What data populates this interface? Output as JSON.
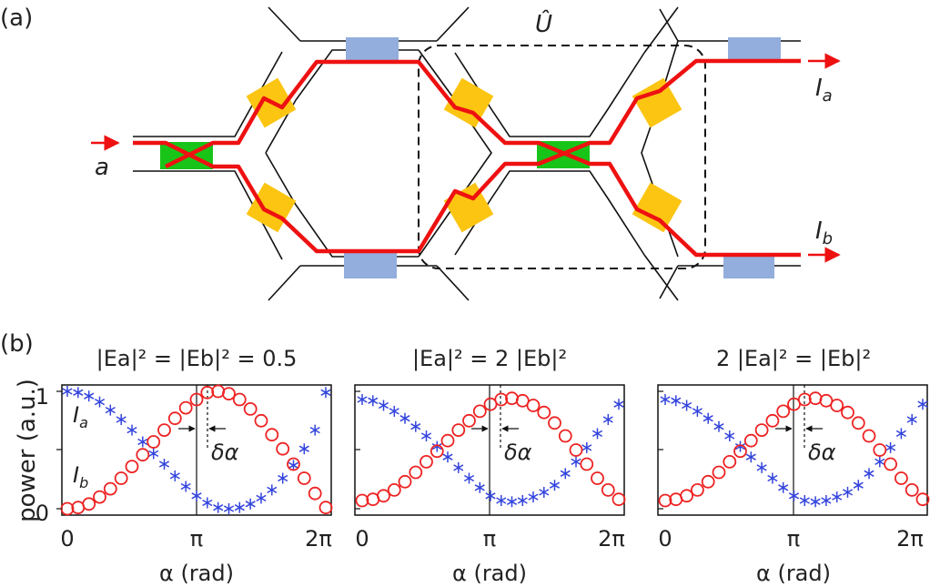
{
  "panel_a": {
    "label": "(a)",
    "operator_label": "Û",
    "input_label": "a",
    "output_a_label": "I",
    "output_a_sub": "a",
    "output_b_label": "I",
    "output_b_sub": "b"
  },
  "panel_b": {
    "label": "(b)",
    "ylabel": "power (a.u.)",
    "xlabel": "α (rad)",
    "xticks": [
      "0",
      "π",
      "2π"
    ],
    "yticks": [
      "0",
      "1"
    ],
    "series_labels": {
      "ia": "I",
      "ia_sub": "a",
      "ib": "I",
      "ib_sub": "b"
    },
    "delta_label": "δα",
    "titles": [
      "|Ea|² = |Eb|² = 0.5",
      "|Ea|² = 2 |Eb|²",
      "2 |Ea|² = |Eb|²"
    ]
  },
  "colors": {
    "waveguide_path": "#ee1111",
    "phase_shifter": "#fbc512",
    "loss_element": "#93aedc",
    "coupler": "#19c419",
    "series_ia": "#3344dd",
    "series_ib": "#ee2222"
  },
  "chart_data": [
    {
      "type": "scatter",
      "title": "|Ea|² = |Eb|² = 0.5",
      "xlabel": "α (rad)",
      "ylabel": "power (a.u.)",
      "xlim": [
        0,
        6.2832
      ],
      "ylim": [
        0,
        1
      ],
      "grid": false,
      "series": [
        {
          "name": "Ia",
          "marker": "asterisk",
          "x": [
            0.0,
            0.2618,
            0.5236,
            0.7854,
            1.0472,
            1.309,
            1.5708,
            1.8326,
            2.0944,
            2.3562,
            2.618,
            2.8798,
            3.1416,
            3.4034,
            3.6652,
            3.927,
            4.1888,
            4.4506,
            4.7124,
            4.9742,
            5.236,
            5.4978,
            5.7596,
            6.0214,
            6.2832
          ],
          "y": [
            1.0,
            0.99,
            0.96,
            0.91,
            0.84,
            0.76,
            0.67,
            0.57,
            0.47,
            0.38,
            0.28,
            0.19,
            0.11,
            0.05,
            0.01,
            0.0,
            0.01,
            0.04,
            0.09,
            0.16,
            0.26,
            0.37,
            0.51,
            0.67,
            0.99
          ]
        },
        {
          "name": "Ib",
          "marker": "circle",
          "x": [
            0.0,
            0.2618,
            0.5236,
            0.7854,
            1.0472,
            1.309,
            1.5708,
            1.8326,
            2.0944,
            2.3562,
            2.618,
            2.8798,
            3.1416,
            3.4034,
            3.6652,
            3.927,
            4.1888,
            4.4506,
            4.7124,
            4.9742,
            5.236,
            5.4978,
            5.7596,
            6.0214,
            6.2832
          ],
          "y": [
            0.0,
            0.01,
            0.04,
            0.1,
            0.17,
            0.26,
            0.36,
            0.46,
            0.57,
            0.67,
            0.77,
            0.86,
            0.93,
            0.99,
            1.0,
            0.98,
            0.93,
            0.85,
            0.75,
            0.63,
            0.51,
            0.38,
            0.26,
            0.13,
            0.01
          ]
        }
      ]
    },
    {
      "type": "scatter",
      "title": "|Ea|² = 2 |Eb|²",
      "xlabel": "α (rad)",
      "ylabel": "power (a.u.)",
      "xlim": [
        0,
        6.2832
      ],
      "ylim": [
        0,
        1
      ],
      "grid": false,
      "series": [
        {
          "name": "Ia",
          "marker": "asterisk",
          "x": [
            0.0,
            0.2618,
            0.5236,
            0.7854,
            1.0472,
            1.309,
            1.5708,
            1.8326,
            2.0944,
            2.3562,
            2.618,
            2.8798,
            3.1416,
            3.4034,
            3.6652,
            3.927,
            4.1888,
            4.4506,
            4.7124,
            4.9742,
            5.236,
            5.4978,
            5.7596,
            6.0214,
            6.2832
          ],
          "y": [
            0.93,
            0.92,
            0.88,
            0.83,
            0.77,
            0.7,
            0.62,
            0.53,
            0.44,
            0.35,
            0.26,
            0.18,
            0.11,
            0.07,
            0.06,
            0.07,
            0.1,
            0.14,
            0.2,
            0.3,
            0.4,
            0.52,
            0.64,
            0.76,
            0.89
          ]
        },
        {
          "name": "Ib",
          "marker": "circle",
          "x": [
            0.0,
            0.2618,
            0.5236,
            0.7854,
            1.0472,
            1.309,
            1.5708,
            1.8326,
            2.0944,
            2.3562,
            2.618,
            2.8798,
            3.1416,
            3.4034,
            3.6652,
            3.927,
            4.1888,
            4.4506,
            4.7124,
            4.9742,
            5.236,
            5.4978,
            5.7596,
            6.0214,
            6.2832
          ],
          "y": [
            0.07,
            0.08,
            0.11,
            0.16,
            0.23,
            0.31,
            0.4,
            0.49,
            0.58,
            0.67,
            0.75,
            0.83,
            0.89,
            0.93,
            0.94,
            0.92,
            0.88,
            0.82,
            0.73,
            0.62,
            0.5,
            0.38,
            0.26,
            0.16,
            0.08
          ]
        }
      ]
    },
    {
      "type": "scatter",
      "title": "2 |Ea|² = |Eb|²",
      "xlabel": "α (rad)",
      "ylabel": "power (a.u.)",
      "xlim": [
        0,
        6.2832
      ],
      "ylim": [
        0,
        1
      ],
      "grid": false,
      "series": [
        {
          "name": "Ia",
          "marker": "asterisk",
          "x": [
            0.0,
            0.2618,
            0.5236,
            0.7854,
            1.0472,
            1.309,
            1.5708,
            1.8326,
            2.0944,
            2.3562,
            2.618,
            2.8798,
            3.1416,
            3.4034,
            3.6652,
            3.927,
            4.1888,
            4.4506,
            4.7124,
            4.9742,
            5.236,
            5.4978,
            5.7596,
            6.0214,
            6.2832
          ],
          "y": [
            0.93,
            0.92,
            0.88,
            0.83,
            0.77,
            0.7,
            0.62,
            0.53,
            0.44,
            0.35,
            0.26,
            0.18,
            0.11,
            0.07,
            0.06,
            0.07,
            0.1,
            0.14,
            0.2,
            0.3,
            0.4,
            0.52,
            0.64,
            0.76,
            0.89
          ]
        },
        {
          "name": "Ib",
          "marker": "circle",
          "x": [
            0.0,
            0.2618,
            0.5236,
            0.7854,
            1.0472,
            1.309,
            1.5708,
            1.8326,
            2.0944,
            2.3562,
            2.618,
            2.8798,
            3.1416,
            3.4034,
            3.6652,
            3.927,
            4.1888,
            4.4506,
            4.7124,
            4.9742,
            5.236,
            5.4978,
            5.7596,
            6.0214,
            6.2832
          ],
          "y": [
            0.07,
            0.08,
            0.11,
            0.16,
            0.23,
            0.31,
            0.4,
            0.49,
            0.58,
            0.67,
            0.75,
            0.83,
            0.89,
            0.93,
            0.94,
            0.92,
            0.88,
            0.82,
            0.73,
            0.62,
            0.5,
            0.38,
            0.26,
            0.16,
            0.08
          ]
        }
      ]
    }
  ]
}
